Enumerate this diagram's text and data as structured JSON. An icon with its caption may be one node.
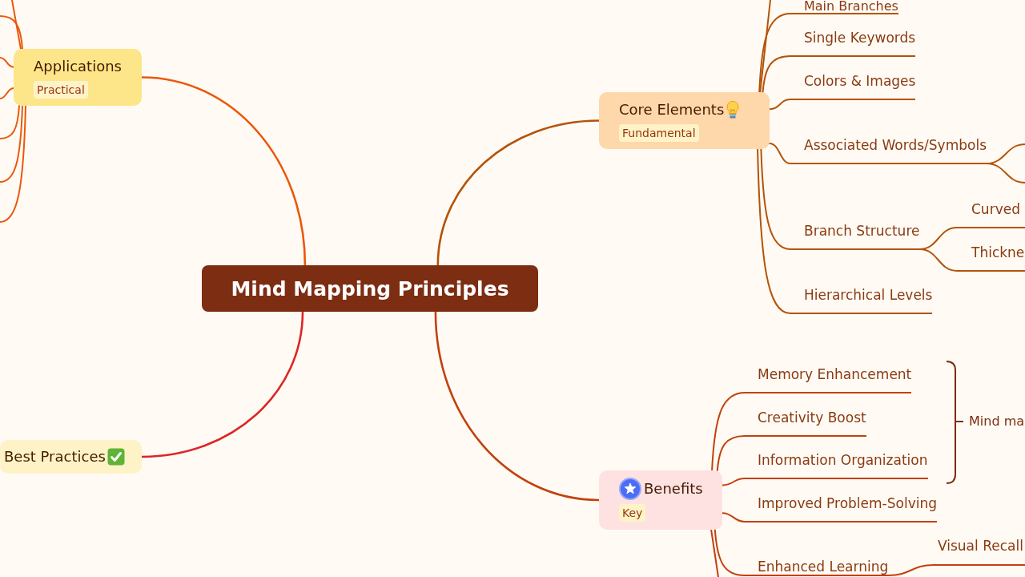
{
  "diagram": {
    "nodes": [
      {
        "text": [
          "Mind Mapping Principles"
        ]
      },
      {
        "text": [
          "Applications",
          "Practical"
        ]
      },
      {
        "text": [
          "Core Elements",
          "Fundamental"
        ]
      },
      {
        "text": [
          "Main Branches"
        ]
      },
      {
        "text": [
          "Single Keywords"
        ]
      },
      {
        "text": [
          "Colors & Images"
        ]
      },
      {
        "text": [
          "Associated Words/Symbols"
        ]
      },
      {
        "text": [
          "Branch Structure"
        ]
      },
      {
        "text": [
          "Curved"
        ]
      },
      {
        "text": [
          "Thickne"
        ]
      },
      {
        "text": [
          "Hierarchical Levels"
        ]
      },
      {
        "text": [
          "Best Practices"
        ]
      },
      {
        "text": [
          "Benefits",
          "Key"
        ]
      },
      {
        "text": [
          "Memory Enhancement"
        ]
      },
      {
        "text": [
          "Creativity Boost"
        ]
      },
      {
        "text": [
          "Information Organization"
        ]
      },
      {
        "text": [
          "Improved Problem-Solving"
        ]
      },
      {
        "text": [
          "Enhanced Learning"
        ]
      },
      {
        "text": [
          "Visual Recall"
        ]
      }
    ],
    "edges": [
      {
        "from": 0,
        "to": 1,
        "arrow": "none",
        "color": "#ea580c"
      },
      {
        "from": 0,
        "to": 2,
        "arrow": "none"
      },
      {
        "from": 0,
        "to": 11,
        "arrow": "none",
        "color": "#dc2626"
      },
      {
        "from": 0,
        "to": 12,
        "arrow": "none",
        "color": "#c2410c"
      },
      {
        "from": 1,
        "to": null,
        "arrow": "none",
        "color": "#ea580c"
      },
      {
        "from": 1,
        "to": null,
        "arrow": "none",
        "color": "#ea580c"
      },
      {
        "from": 1,
        "to": null,
        "arrow": "none",
        "color": "#ea580c"
      },
      {
        "from": 1,
        "to": null,
        "arrow": "none",
        "color": "#ea580c"
      },
      {
        "from": 1,
        "to": null,
        "arrow": "none",
        "color": "#ea580c"
      },
      {
        "from": 1,
        "to": null,
        "arrow": "none",
        "color": "#ea580c"
      },
      {
        "from": 1,
        "to": null,
        "arrow": "none",
        "color": "#ea580c"
      },
      {
        "from": 2,
        "to": 3,
        "arrow": "none"
      },
      {
        "from": 2,
        "to": null,
        "arrow": "none"
      },
      {
        "from": 2,
        "to": 4,
        "arrow": "none"
      },
      {
        "from": 2,
        "to": 5,
        "arrow": "none"
      },
      {
        "from": 2,
        "to": 6,
        "arrow": "none"
      },
      {
        "from": 6,
        "to": null,
        "arrow": "none"
      },
      {
        "from": 6,
        "to": null,
        "arrow": "none"
      },
      {
        "from": 2,
        "to": 7,
        "arrow": "none"
      },
      {
        "from": 7,
        "to": 8,
        "arrow": "none"
      },
      {
        "from": 7,
        "to": 9,
        "arrow": "none"
      },
      {
        "from": 2,
        "to": 10,
        "arrow": "none"
      },
      {
        "from": 12,
        "to": 13,
        "arrow": "none",
        "color": "#c2410c"
      },
      {
        "from": 12,
        "to": 14,
        "arrow": "none",
        "color": "#c2410c"
      },
      {
        "from": 12,
        "to": 15,
        "arrow": "none",
        "color": "#c2410c"
      },
      {
        "from": 12,
        "to": 16,
        "arrow": "none",
        "color": "#c2410c"
      },
      {
        "from": 12,
        "to": 17,
        "arrow": "none",
        "color": "#c2410c"
      },
      {
        "from": 12,
        "to": null,
        "arrow": "none",
        "color": "#c2410c"
      },
      {
        "from": 17,
        "to": 18,
        "arrow": "none",
        "color": "#c2410c"
      }
    ],
    "labels": [
      "Mind ma"
    ]
  }
}
